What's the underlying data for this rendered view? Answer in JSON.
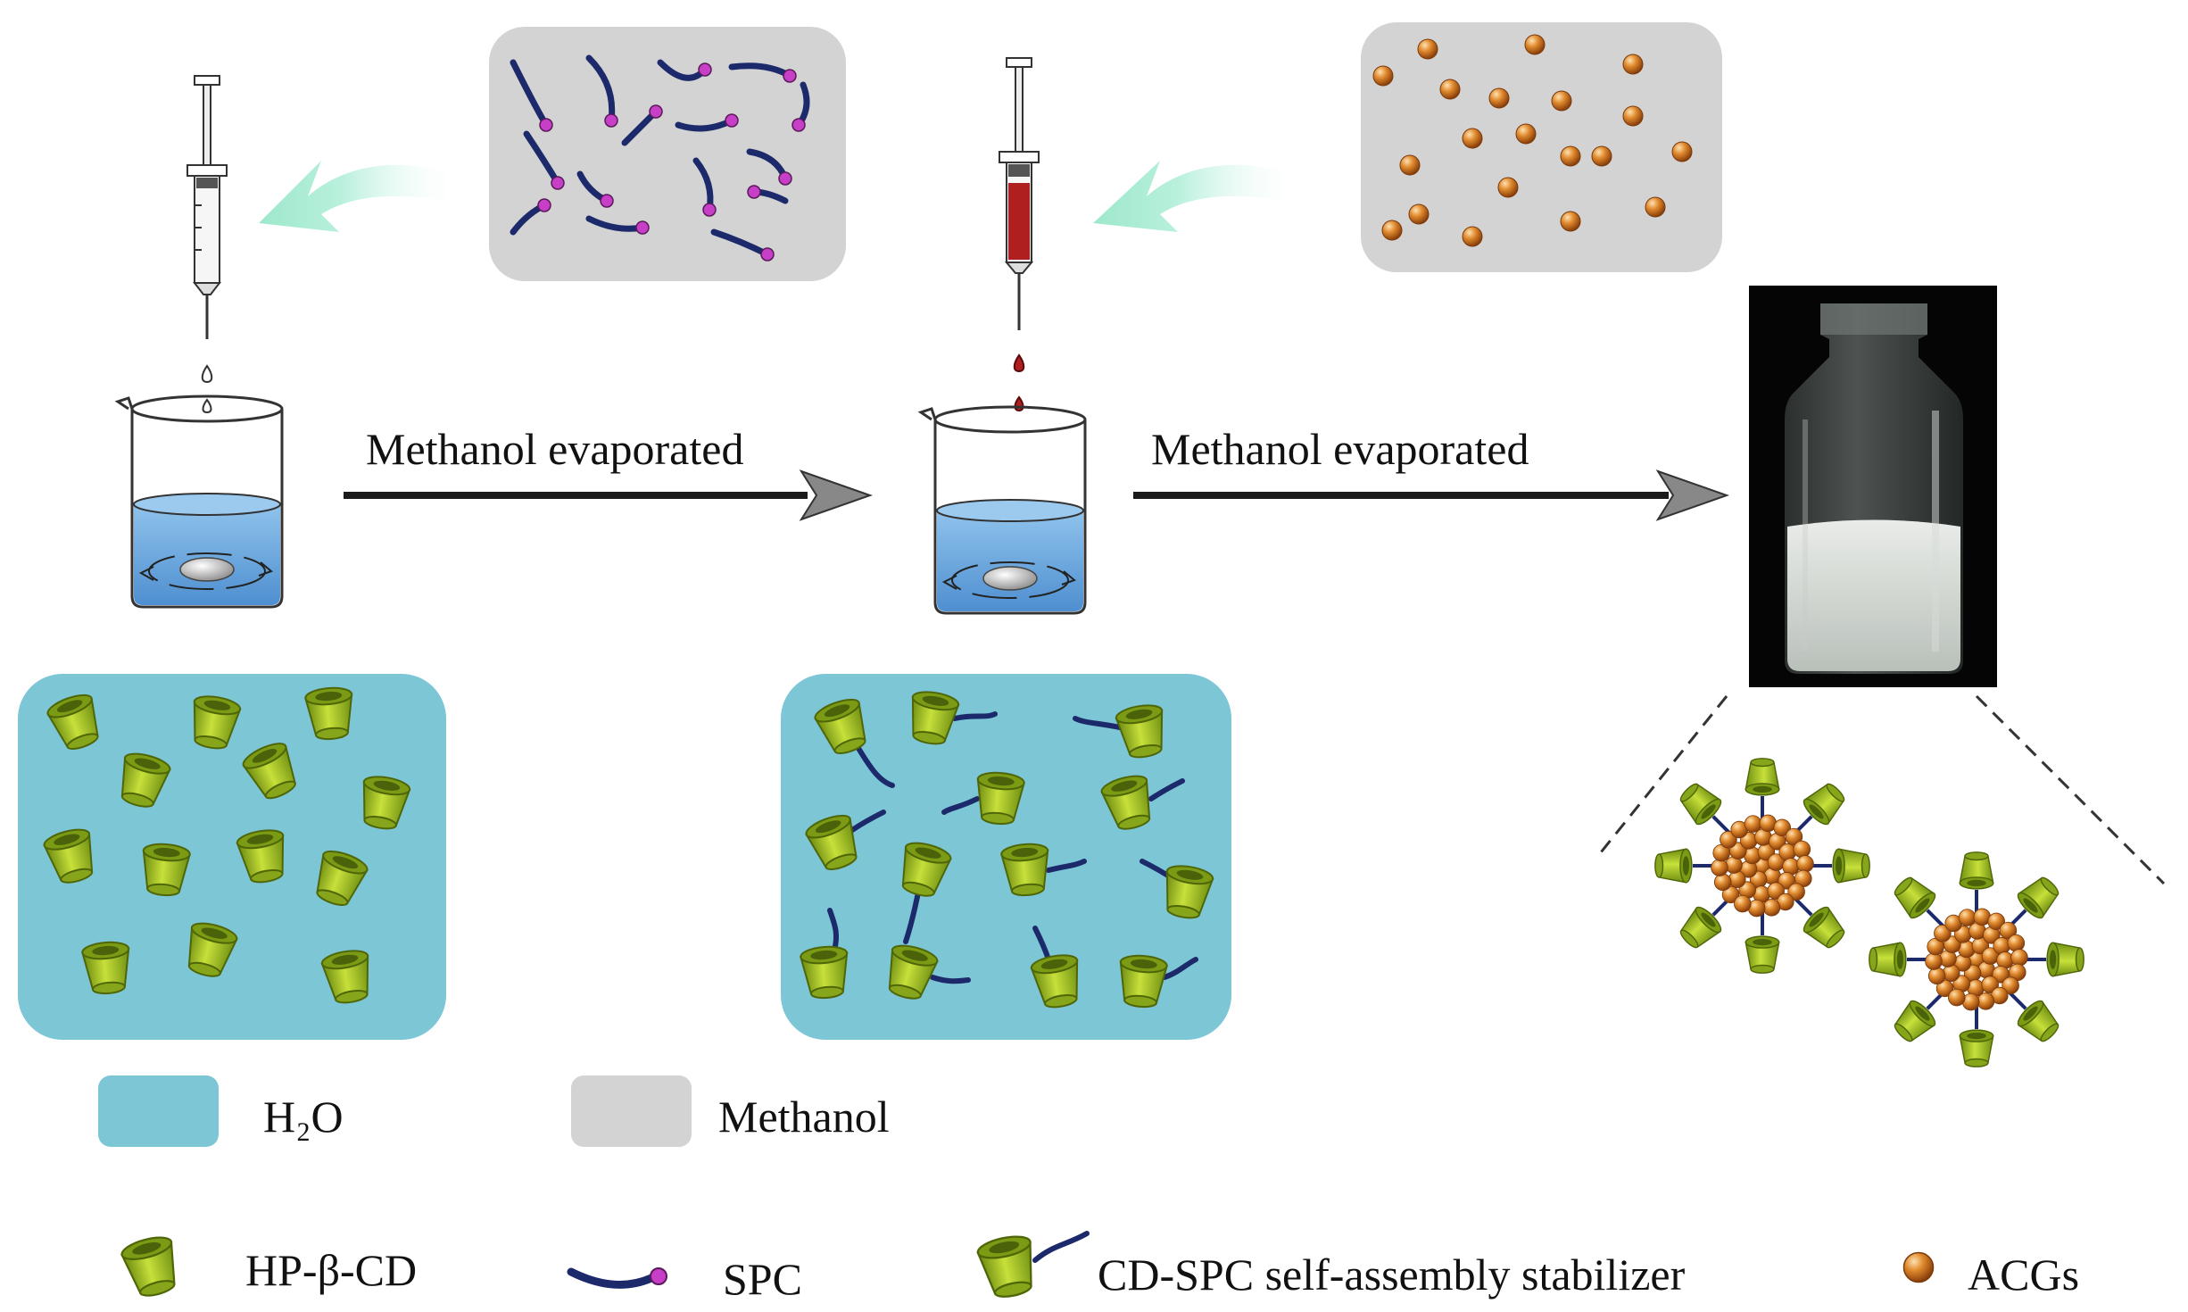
{
  "arrows": {
    "step1_label": "Methanol evaporated",
    "step2_label": "Methanol evaporated"
  },
  "legend": {
    "water_label": "H₂O",
    "methanol_label": "Methanol",
    "hpbcd_label": "HP-β-CD",
    "spc_label": "SPC",
    "stabilizer_label": "CD-SPC self-assembly stabilizer",
    "acgs_label": "ACGs"
  },
  "colors": {
    "water": "#7cc6d6",
    "methanol": "#d3d3d3",
    "cone": "#9dbb1e",
    "spc_chain": "#1c2a6b",
    "spc_head": "#c63fc6",
    "acg": "#d9761f",
    "syringe_drug": "#b01f1f",
    "arrow": "#1a1a1a",
    "flow_arrow": "#b8f0dc"
  }
}
